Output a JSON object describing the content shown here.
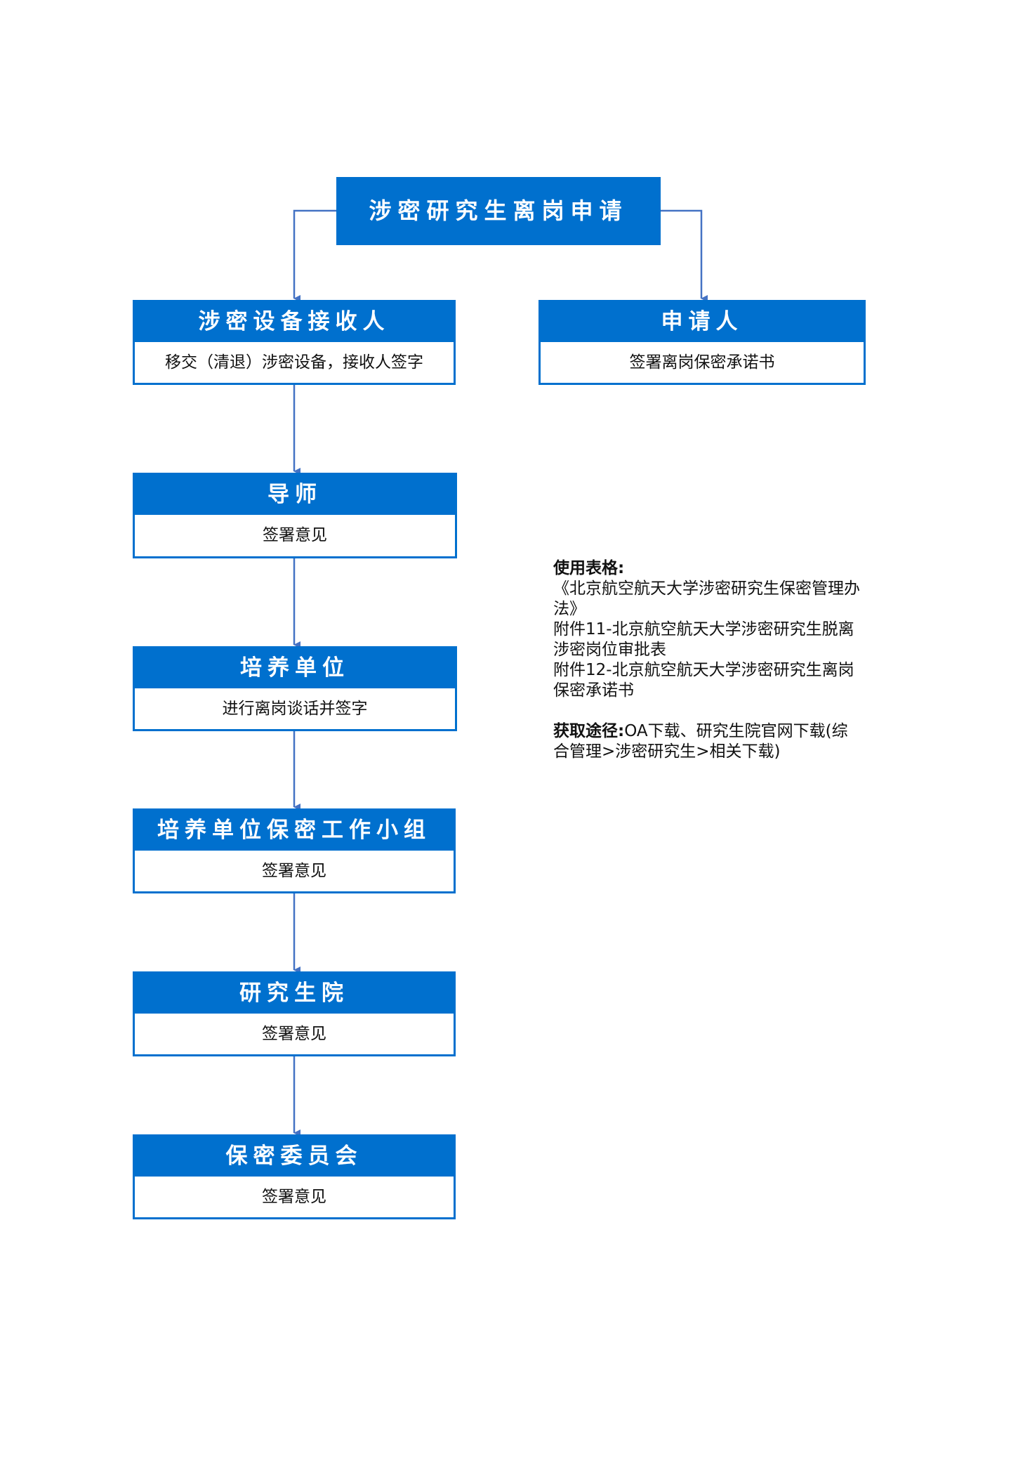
{
  "colors": {
    "box": "#0070CE",
    "connector": "#4472C4"
  },
  "root": {
    "title": "涉密研究生离岗申请"
  },
  "right_box": {
    "title": "申请人",
    "desc": "签署离岗保密承诺书"
  },
  "steps": [
    {
      "title": "涉密设备接收人",
      "desc": "移交（清退）涉密设备，接收人签字"
    },
    {
      "title": "导师",
      "desc": "签署意见"
    },
    {
      "title": "培养单位",
      "desc": "进行离岗谈话并签字"
    },
    {
      "title": "培养单位保密工作小组",
      "desc": "签署意见"
    },
    {
      "title": "研究生院",
      "desc": "签署意见"
    },
    {
      "title": "保密委员会",
      "desc": "签署意见"
    }
  ],
  "notes": {
    "forms_label": "使用表格:",
    "forms": [
      "《北京航空航天大学涉密研究生保密管理办法》",
      "附件11-北京航空航天大学涉密研究生脱离涉密岗位审批表",
      "附件12-北京航空航天大学涉密研究生离岗保密承诺书"
    ],
    "source_label": "获取途径:",
    "source": "OA下载、研究生院官网下载(综合管理>涉密研究生>相关下载)"
  }
}
